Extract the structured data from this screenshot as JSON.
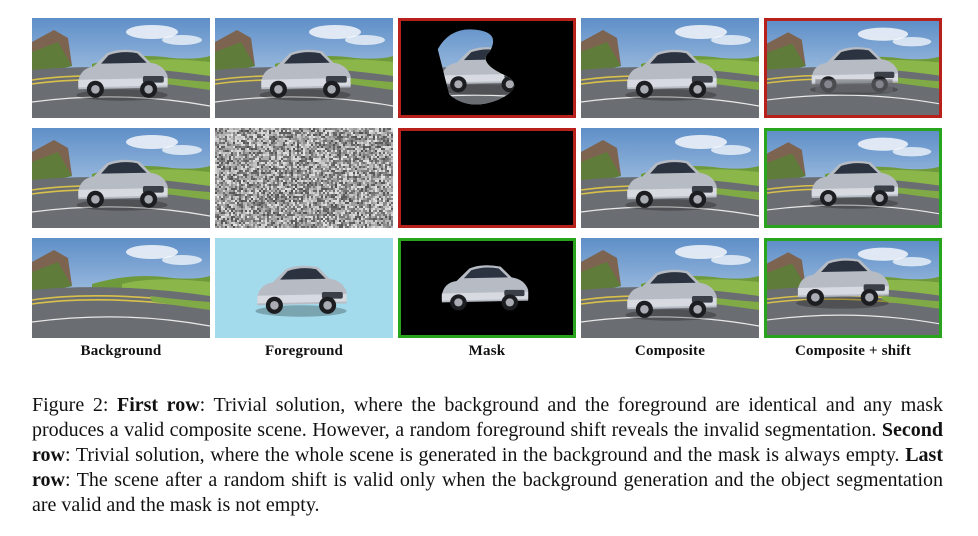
{
  "figure": {
    "labels": [
      "Background",
      "Foreground",
      "Mask",
      "Composite",
      "Composite + shift"
    ],
    "rows": [
      {
        "cells": [
          {
            "type": "scene",
            "frame": "none"
          },
          {
            "type": "scene",
            "frame": "none"
          },
          {
            "type": "mask-partial",
            "frame": "red"
          },
          {
            "type": "scene",
            "frame": "none"
          },
          {
            "type": "scene-shifted-broken",
            "frame": "red"
          }
        ]
      },
      {
        "cells": [
          {
            "type": "scene",
            "frame": "none"
          },
          {
            "type": "noise",
            "frame": "none"
          },
          {
            "type": "mask-empty",
            "frame": "red"
          },
          {
            "type": "scene",
            "frame": "none"
          },
          {
            "type": "scene",
            "frame": "green"
          }
        ]
      },
      {
        "cells": [
          {
            "type": "road-empty",
            "frame": "none"
          },
          {
            "type": "car-on-blue",
            "frame": "none"
          },
          {
            "type": "mask-car",
            "frame": "green"
          },
          {
            "type": "scene",
            "frame": "none"
          },
          {
            "type": "scene-shifted",
            "frame": "green"
          }
        ]
      }
    ],
    "colors": {
      "valid": "#29a51d",
      "invalid": "#b8201b"
    }
  },
  "caption": {
    "prefix": "Figure 2: ",
    "first_row_label": "First row",
    "first_row_text": ": Trivial solution, where the background and the foreground are identical and any mask produces a valid composite scene. However, a random foreground shift reveals the invalid segmentation. ",
    "second_row_label": "Second row",
    "second_row_text": ": Trivial solution, where the whole scene is generated in the background and the mask is always empty. ",
    "last_row_label": "Last row",
    "last_row_text": ": The scene after a random shift is valid only when the background generation and the object segmentation are valid and the mask is not empty."
  }
}
